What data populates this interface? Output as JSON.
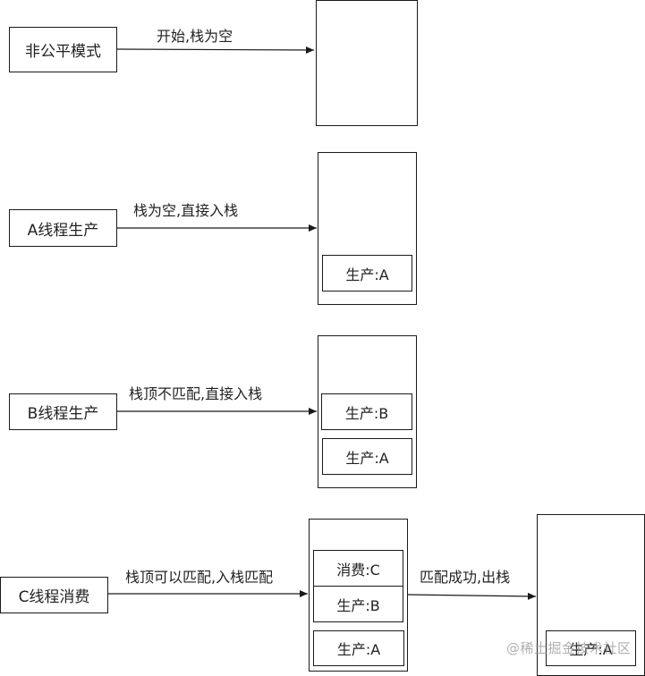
{
  "steps": [
    {
      "mode_label": "非公平模式",
      "arrow_label": "开始,栈为空",
      "stack_items": []
    },
    {
      "mode_label": "A线程生产",
      "arrow_label": "栈为空,直接入栈",
      "stack_items": [
        "生产:A"
      ]
    },
    {
      "mode_label": "B线程生产",
      "arrow_label": "栈顶不匹配,直接入栈",
      "stack_items": [
        "生产:B",
        "生产:A"
      ]
    },
    {
      "mode_label": "C线程消费",
      "arrow_label": "栈顶可以匹配,入栈匹配",
      "stack_items": [
        "消费:C",
        "生产:B",
        "生产:A"
      ],
      "result_arrow_label": "匹配成功,出栈",
      "result_stack_items": [
        "生产:A"
      ]
    }
  ],
  "watermark": "@稀土掘金技术社区"
}
